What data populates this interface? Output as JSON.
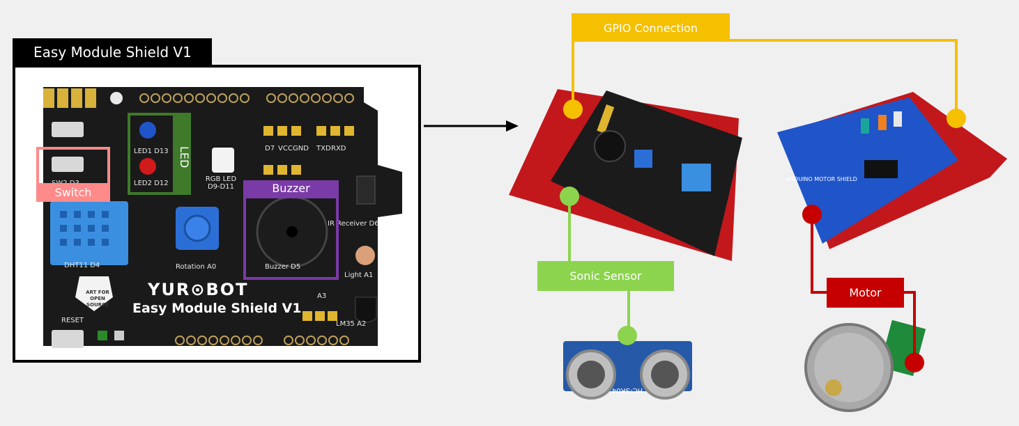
{
  "shield": {
    "title": "Easy Module Shield V1",
    "brand": "YUR⊙BOT",
    "name": "Easy Module Shield V1",
    "logo_text": "ART FOR OPEN SOURCE",
    "silkscreen": {
      "led1": "LED1 D13",
      "led2": "LED2 D12",
      "sw2": "SW2 D3",
      "rgb": "RGB LED D9-D11",
      "rotation": "Rotation A0",
      "buzzer": "Buzzer D5",
      "dht": "DHT11 D4",
      "ir": "IR Receiver D6",
      "light": "Light A1",
      "lm35": "LM35 A2",
      "reset": "RESET",
      "pins_d7": "D7",
      "pins_vcc": "VCC",
      "pins_gnd": "GND",
      "pins_txd": "TXD",
      "pins_rxd": "RXD",
      "pins_a3": "A3"
    },
    "highlights": {
      "led": "LED",
      "switch": "Switch",
      "buzzer": "Buzzer"
    }
  },
  "connections": {
    "gpio": "GPIO Connection",
    "sonic": "Sonic Sensor",
    "motor": "Motor"
  },
  "sensor_marking": "HC-SR04",
  "motor_shield_text": "ARDUINO MOTOR SHIELD",
  "colors": {
    "gpio": "#f5c000",
    "sonic": "#8cd44e",
    "motor": "#c60000",
    "led_box": "#3f7a2a",
    "switch_box": "#ff8a8a",
    "buzzer_box": "#7a3aa8"
  }
}
